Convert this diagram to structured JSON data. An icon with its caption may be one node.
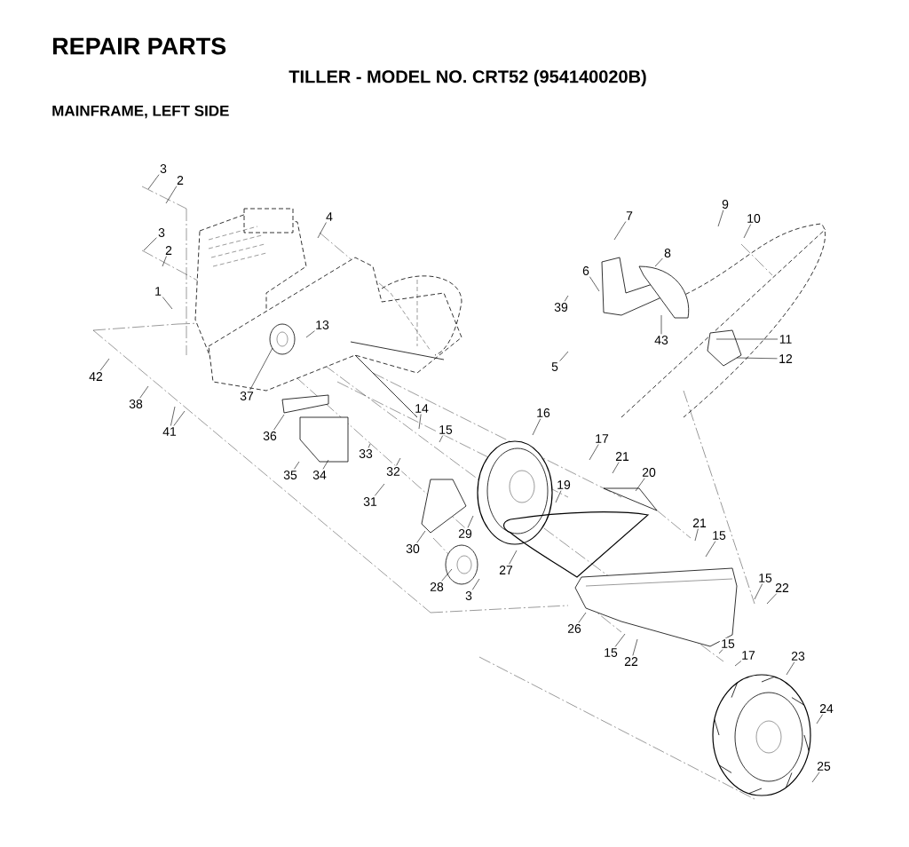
{
  "diagram": {
    "title": "REPAIR PARTS",
    "nodes": [
      {
        "text": [
          "3"
        ]
      },
      {
        "text": [
          "2"
        ]
      },
      {
        "text": [
          "3"
        ]
      },
      {
        "text": [
          "2"
        ]
      },
      {
        "text": [
          "1"
        ]
      },
      {
        "text": [
          "4"
        ]
      },
      {
        "text": [
          "7"
        ]
      },
      {
        "text": [
          "9"
        ]
      },
      {
        "text": [
          "10"
        ]
      },
      {
        "text": [
          "8"
        ]
      },
      {
        "text": [
          "6"
        ]
      },
      {
        "text": [
          "39"
        ]
      },
      {
        "text": [
          "13"
        ]
      },
      {
        "text": [
          "43"
        ]
      },
      {
        "text": [
          "11"
        ]
      },
      {
        "text": [
          "5"
        ]
      },
      {
        "text": [
          "12"
        ]
      },
      {
        "text": [
          "42"
        ]
      },
      {
        "text": [
          "38"
        ]
      },
      {
        "text": [
          "37"
        ]
      },
      {
        "text": [
          "14"
        ]
      },
      {
        "text": [
          "16"
        ]
      },
      {
        "text": [
          "41"
        ]
      },
      {
        "text": [
          "36"
        ]
      },
      {
        "text": [
          "15"
        ]
      },
      {
        "text": [
          "17"
        ]
      },
      {
        "text": [
          "21"
        ]
      },
      {
        "text": [
          "33"
        ]
      },
      {
        "text": [
          "20"
        ]
      },
      {
        "text": [
          "35"
        ]
      },
      {
        "text": [
          "34"
        ]
      },
      {
        "text": [
          "32"
        ]
      },
      {
        "text": [
          "19"
        ]
      },
      {
        "text": [
          "31"
        ]
      },
      {
        "text": [
          "21"
        ]
      },
      {
        "text": [
          "15"
        ]
      },
      {
        "text": [
          "29"
        ]
      },
      {
        "text": [
          "30"
        ]
      },
      {
        "text": [
          "27"
        ]
      },
      {
        "text": [
          "15"
        ]
      },
      {
        "text": [
          "22"
        ]
      },
      {
        "text": [
          "28"
        ]
      },
      {
        "text": [
          "3"
        ]
      },
      {
        "text": [
          "26"
        ]
      },
      {
        "text": [
          "15"
        ]
      },
      {
        "text": [
          "22"
        ]
      },
      {
        "text": [
          "15"
        ]
      },
      {
        "text": [
          "17"
        ]
      },
      {
        "text": [
          "23"
        ]
      },
      {
        "text": [
          "24"
        ]
      },
      {
        "text": [
          "25"
        ]
      }
    ],
    "edges": [
      {
        "from": 0,
        "to": null,
        "arrow": "none"
      },
      {
        "from": 1,
        "to": null,
        "arrow": "none"
      },
      {
        "from": 2,
        "to": null,
        "arrow": "none"
      },
      {
        "from": 3,
        "to": null,
        "arrow": "none"
      },
      {
        "from": 4,
        "to": null,
        "arrow": "none"
      },
      {
        "from": 5,
        "to": null,
        "arrow": "none"
      },
      {
        "from": 6,
        "to": null,
        "arrow": "none"
      },
      {
        "from": 7,
        "to": null,
        "arrow": "none"
      },
      {
        "from": 8,
        "to": null,
        "arrow": "none"
      },
      {
        "from": 9,
        "to": null,
        "arrow": "none"
      },
      {
        "from": 10,
        "to": null,
        "arrow": "none"
      },
      {
        "from": 11,
        "to": null,
        "arrow": "none"
      },
      {
        "from": 12,
        "to": null,
        "arrow": "none"
      },
      {
        "from": 13,
        "to": null,
        "arrow": "none"
      },
      {
        "from": 14,
        "to": null,
        "arrow": "none"
      },
      {
        "from": 15,
        "to": null,
        "arrow": "none"
      },
      {
        "from": 16,
        "to": null,
        "arrow": "none"
      },
      {
        "from": 17,
        "to": null,
        "arrow": "none"
      },
      {
        "from": 18,
        "to": null,
        "arrow": "none"
      },
      {
        "from": 19,
        "to": null,
        "arrow": "none"
      },
      {
        "from": 20,
        "to": null,
        "arrow": "none"
      },
      {
        "from": 21,
        "to": null,
        "arrow": "none"
      },
      {
        "from": 22,
        "to": null,
        "arrow": "none"
      },
      {
        "from": 22,
        "to": null,
        "arrow": "none"
      },
      {
        "from": 23,
        "to": null,
        "arrow": "none"
      },
      {
        "from": 24,
        "to": null,
        "arrow": "none"
      },
      {
        "from": 25,
        "to": null,
        "arrow": "none"
      },
      {
        "from": 26,
        "to": null,
        "arrow": "none"
      },
      {
        "from": 27,
        "to": null,
        "arrow": "none"
      },
      {
        "from": 28,
        "to": null,
        "arrow": "none"
      },
      {
        "from": 29,
        "to": null,
        "arrow": "none"
      },
      {
        "from": 30,
        "to": null,
        "arrow": "none"
      },
      {
        "from": 31,
        "to": null,
        "arrow": "none"
      },
      {
        "from": 32,
        "to": null,
        "arrow": "none"
      },
      {
        "from": 33,
        "to": null,
        "arrow": "none"
      },
      {
        "from": 34,
        "to": null,
        "arrow": "none"
      },
      {
        "from": 35,
        "to": null,
        "arrow": "none"
      },
      {
        "from": 36,
        "to": null,
        "arrow": "none"
      },
      {
        "from": 37,
        "to": null,
        "arrow": "none"
      },
      {
        "from": 38,
        "to": null,
        "arrow": "none"
      },
      {
        "from": 39,
        "to": null,
        "arrow": "none"
      },
      {
        "from": 40,
        "to": null,
        "arrow": "none"
      },
      {
        "from": 41,
        "to": null,
        "arrow": "none"
      },
      {
        "from": 42,
        "to": null,
        "arrow": "none"
      },
      {
        "from": 43,
        "to": null,
        "arrow": "none"
      },
      {
        "from": 44,
        "to": null,
        "arrow": "none"
      },
      {
        "from": 45,
        "to": null,
        "arrow": "none"
      },
      {
        "from": 46,
        "to": null,
        "arrow": "none"
      },
      {
        "from": 47,
        "to": null,
        "arrow": "none"
      },
      {
        "from": 48,
        "to": null,
        "arrow": "none"
      },
      {
        "from": 49,
        "to": null,
        "arrow": "none"
      },
      {
        "from": 50,
        "to": null,
        "arrow": "none"
      }
    ],
    "labels": [
      "TILLER - MODEL NO. CRT52 (954140020B)",
      "MAINFRAME, LEFT SIDE"
    ]
  }
}
